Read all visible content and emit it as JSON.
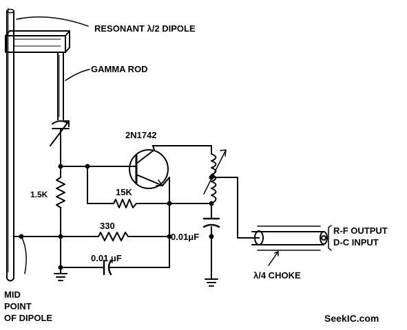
{
  "labels": {
    "dipole": "RESONANT λ/2 DIPOLE",
    "gamma_rod": "GAMMA ROD",
    "transistor": "2N1742",
    "r_bias": "1.5K",
    "r_feedback": "15K",
    "r_emitter": "330",
    "c_bypass": "0.01 μF",
    "c_output": "0.01μF",
    "output_line1": "R-F OUTPUT",
    "output_line2": "D-C INPUT",
    "choke": "λ/4 CHOKE",
    "midpoint_line1": "MID",
    "midpoint_line2": "POINT",
    "midpoint_line3": "OF DIPOLE"
  },
  "watermark": "SeekIC.com",
  "colors": {
    "ink": "#000000",
    "paper": "#ffffff"
  }
}
